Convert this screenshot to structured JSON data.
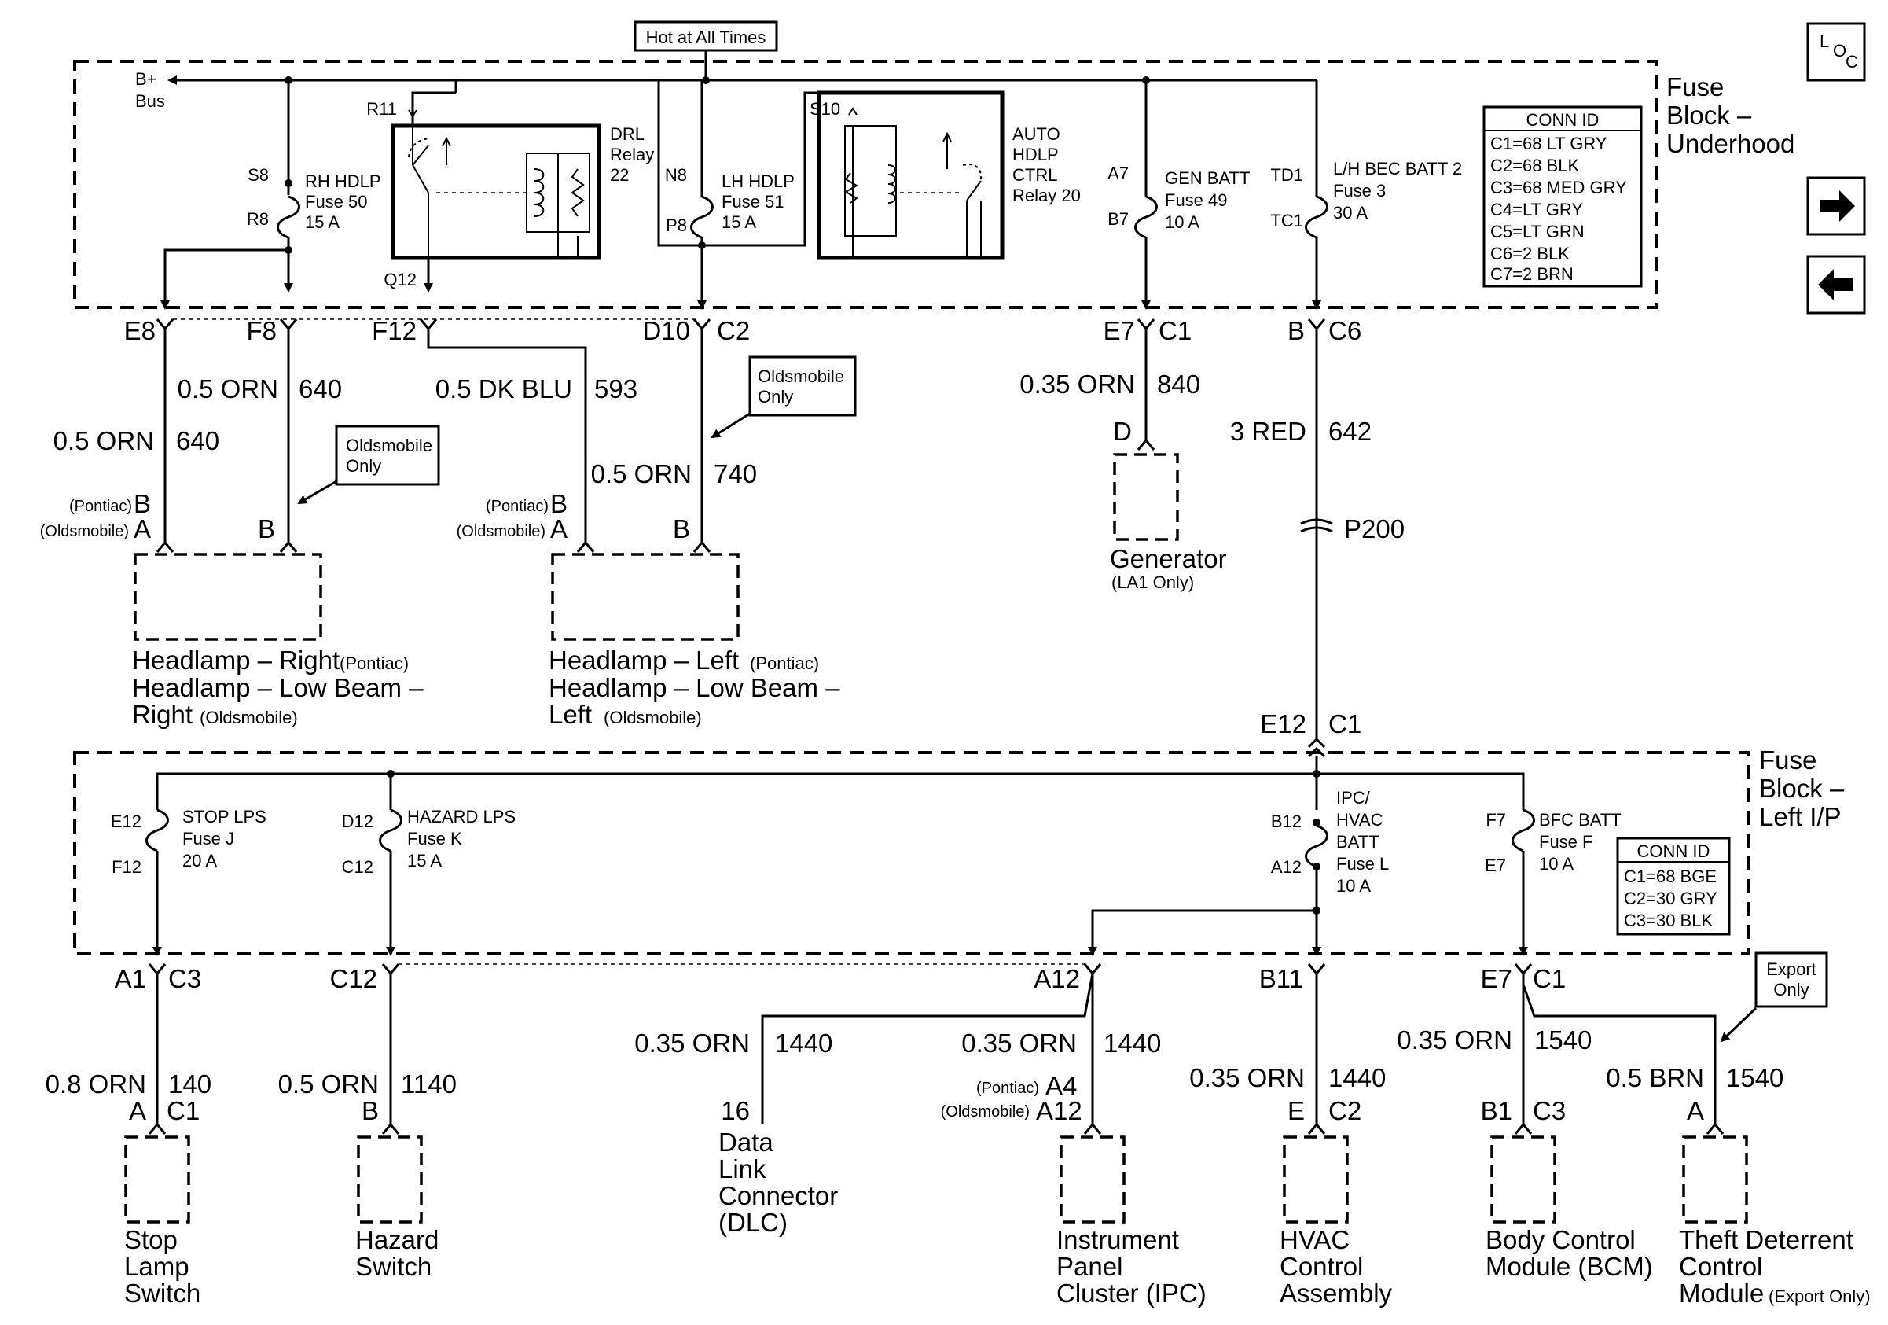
{
  "diagram": {
    "hot_at_all_times": "Hot at All Times",
    "loc_icon": "loc-icon",
    "nav": {
      "next_icon": "arrow-right-icon",
      "prev_icon": "arrow-left-icon"
    },
    "fb_underhood": {
      "title": [
        "Fuse",
        "Block –",
        "Underhood"
      ],
      "bus": [
        "B+",
        "Bus"
      ],
      "conn_id": {
        "header": "CONN ID",
        "rows": [
          "C1=68 LT GRY",
          "C2=68 BLK",
          "C3=68 MED GRY",
          "C4=LT GRY",
          "C5=LT GRN",
          "C6=2 BLK",
          "C7=2 BRN"
        ]
      },
      "rh_fuse": {
        "top": "S8",
        "bottom": "R8",
        "label": [
          "RH HDLP",
          "Fuse 50",
          "15 A"
        ]
      },
      "lh_fuse": {
        "top": "N8",
        "bottom": "P8",
        "label": [
          "LH HDLP",
          "Fuse 51",
          "15 A"
        ]
      },
      "gen_fuse": {
        "top": "A7",
        "bottom": "B7",
        "label": [
          "GEN BATT",
          "Fuse 49",
          "10 A"
        ]
      },
      "bec_fuse": {
        "top": "TD1",
        "bottom": "TC1",
        "label": [
          "L/H BEC BATT 2",
          "Fuse 3",
          "30 A"
        ]
      },
      "drl_relay": {
        "pin_top": "R11",
        "pin_bottom": "Q12",
        "label": [
          "DRL",
          "Relay",
          "22"
        ]
      },
      "auto_relay": {
        "pin_top": "S10",
        "label": [
          "AUTO",
          "HDLP",
          "CTRL",
          "Relay 20"
        ]
      },
      "connectors": {
        "e8": "E8",
        "f8": "F8",
        "f12": "F12",
        "d10": "D10",
        "c2": "C2",
        "e7": "E7",
        "c1": "C1",
        "b": "B",
        "c6": "C6"
      }
    },
    "wires_upper": {
      "w640a": {
        "gauge": "0.5 ORN",
        "circuit": "640"
      },
      "w640b": {
        "gauge": "0.5 ORN",
        "circuit": "640"
      },
      "w593": {
        "gauge": "0.5 DK BLU",
        "circuit": "593"
      },
      "w740": {
        "gauge": "0.5 ORN",
        "circuit": "740"
      },
      "w840": {
        "gauge": "0.35 ORN",
        "circuit": "840"
      },
      "w642": {
        "gauge": "3 RED",
        "circuit": "642"
      }
    },
    "olds_only": "Oldsmobile",
    "only": "Only",
    "pontiac": "(Pontiac)",
    "oldsmobile": "(Oldsmobile)",
    "pin_a": "A",
    "pin_b": "B",
    "pin_d": "D",
    "splice": "P200",
    "headlamp_right": {
      "line1": "Headlamp – Right",
      "line1_note": "(Pontiac)",
      "line2": "Headlamp – Low Beam –",
      "line3": "Right",
      "line3_note": "(Oldsmobile)"
    },
    "headlamp_left": {
      "line1": "Headlamp – Left",
      "line1_note": "(Pontiac)",
      "line2": "Headlamp – Low Beam –",
      "line3": "Left",
      "line3_note": "(Oldsmobile)"
    },
    "generator": {
      "name": "Generator",
      "note": "(LA1 Only)"
    },
    "fb_lip": {
      "title": [
        "Fuse",
        "Block –",
        "Left I/P"
      ],
      "entry_e12": "E12",
      "entry_c1": "C1",
      "conn_id": {
        "header": "CONN ID",
        "rows": [
          "C1=68 BGE",
          "C2=30 GRY",
          "C3=30 BLK"
        ]
      },
      "stop_fuse": {
        "top": "E12",
        "bottom": "F12",
        "label": [
          "STOP LPS",
          "Fuse J",
          "20 A"
        ]
      },
      "hazard_fuse": {
        "top": "D12",
        "bottom": "C12",
        "label": [
          "HAZARD LPS",
          "Fuse K",
          "15 A"
        ]
      },
      "ipc_fuse": {
        "top": "B12",
        "bottom": "A12",
        "label": [
          "IPC/",
          "HVAC",
          "BATT",
          "Fuse L",
          "10 A"
        ]
      },
      "bfc_fuse": {
        "top": "F7",
        "bottom": "E7",
        "label": [
          "BFC BATT",
          "Fuse F",
          "10 A"
        ]
      },
      "connectors": {
        "a1": "A1",
        "c3": "C3",
        "c12": "C12",
        "a12": "A12",
        "b11": "B11",
        "e7": "E7",
        "c1": "C1"
      }
    },
    "export_only": [
      "Export",
      "Only"
    ],
    "wires_lower": {
      "w140": {
        "gauge": "0.8 ORN",
        "circuit": "140"
      },
      "w1140": {
        "gauge": "0.5 ORN",
        "circuit": "1140"
      },
      "w1440dlc": {
        "gauge": "0.35 ORN",
        "circuit": "1440"
      },
      "w1440ipc": {
        "gauge": "0.35 ORN",
        "circuit": "1440"
      },
      "w1440hvac": {
        "gauge": "0.35 ORN",
        "circuit": "1440"
      },
      "w1540bcm": {
        "gauge": "0.35 ORN",
        "circuit": "1540"
      },
      "w1540tdm": {
        "gauge": "0.5 BRN",
        "circuit": "1540"
      }
    },
    "lower_pins": {
      "stop": {
        "pin": "A",
        "conn": "C1"
      },
      "hazard": {
        "pin": "B"
      },
      "dlc": {
        "pin": "16"
      },
      "ipc": {
        "pin_pontiac": "A4",
        "pin_olds": "A12"
      },
      "hvac": {
        "pin": "E",
        "conn": "C2"
      },
      "bcm": {
        "pin": "B1",
        "conn": "C3"
      },
      "tdm": {
        "pin": "A"
      }
    },
    "components": {
      "stop": [
        "Stop",
        "Lamp",
        "Switch"
      ],
      "hazard": [
        "Hazard",
        "Switch"
      ],
      "dlc": [
        "Data",
        "Link",
        "Connector",
        "(DLC)"
      ],
      "ipc": [
        "Instrument",
        "Panel",
        "Cluster (IPC)"
      ],
      "hvac": [
        "HVAC",
        "Control",
        "Assembly"
      ],
      "bcm": [
        "Body Control",
        "Module (BCM)"
      ],
      "tdm": [
        "Theft Deterrent",
        "Control",
        "Module"
      ],
      "tdm_note": "(Export Only)"
    }
  }
}
